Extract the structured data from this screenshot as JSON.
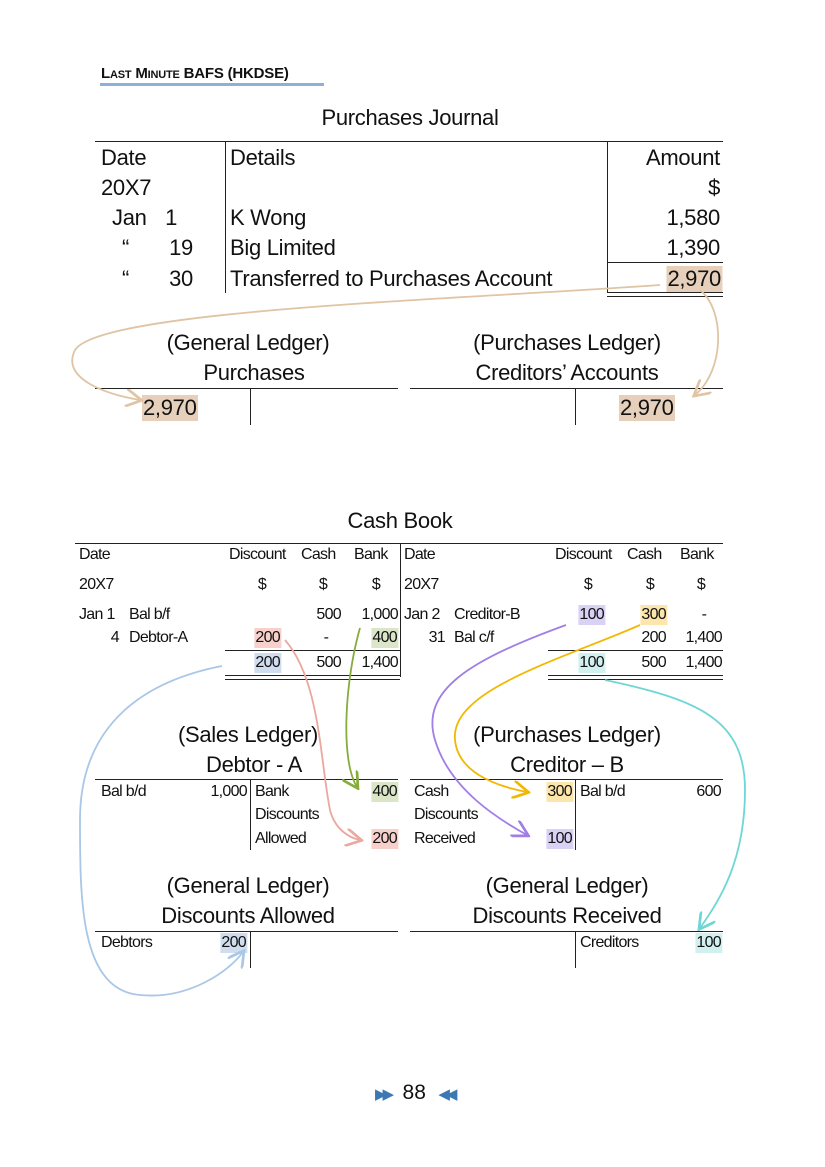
{
  "header": "Last Minute BAFS (HKDSE)",
  "colors": {
    "tan": "#e6d0bb",
    "pink": "#f7d0cc",
    "green": "#dbe5c7",
    "purple": "#dad1f5",
    "yellow": "#fce6ab",
    "blue": "#d0ddef",
    "teal": "#d2f0f0",
    "page_arrow": "#3b78b4"
  },
  "purchases_journal": {
    "title": "Purchases Journal",
    "headers": {
      "date": "Date",
      "details": "Details",
      "amount": "Amount"
    },
    "year": "20X7",
    "currency": "$",
    "rows": [
      {
        "month": "Jan",
        "day": "1",
        "details": "K Wong",
        "amount": "1,580"
      },
      {
        "month": "“",
        "day": "19",
        "details": "Big Limited",
        "amount": "1,390"
      },
      {
        "month": "“",
        "day": "30",
        "details": "Transferred to Purchases Account",
        "amount": "2,970"
      }
    ]
  },
  "purchases_account": {
    "ledger": "(General Ledger)",
    "title": "Purchases",
    "debit_amount": "2,970"
  },
  "creditors_accounts": {
    "ledger": "(Purchases Ledger)",
    "title": "Creditors’ Accounts",
    "credit_amount": "2,970"
  },
  "cash_book": {
    "title": "Cash Book",
    "headers": {
      "date": "Date",
      "discount": "Discount",
      "cash": "Cash",
      "bank": "Bank",
      "year": "20X7",
      "currency": "$"
    },
    "debit_rows": [
      {
        "date": "Jan 1",
        "details": "Bal b/f",
        "discount": "",
        "cash": "500",
        "bank": "1,000"
      },
      {
        "date": "4",
        "details": "Debtor-A",
        "discount": "200",
        "cash": "-",
        "bank": "400"
      }
    ],
    "debit_totals": {
      "discount": "200",
      "cash": "500",
      "bank": "1,400"
    },
    "credit_rows": [
      {
        "date": "Jan 2",
        "details": "Creditor-B",
        "discount": "100",
        "cash": "300",
        "bank": "-"
      },
      {
        "date": "31",
        "details": "Bal c/f",
        "discount": "",
        "cash": "200",
        "bank": "1,400"
      }
    ],
    "credit_totals": {
      "discount": "100",
      "cash": "500",
      "bank": "1,400"
    }
  },
  "debtor_a": {
    "ledger": "(Sales Ledger)",
    "title": "Debtor - A",
    "dr_details": "Bal b/d",
    "dr_amount": "1,000",
    "cr_bank": "Bank",
    "cr_bank_amount": "400",
    "cr_disc_1": "Discounts",
    "cr_disc_2": "Allowed",
    "cr_disc_amount": "200"
  },
  "creditor_b": {
    "ledger": "(Purchases Ledger)",
    "title": "Creditor – B",
    "dr_cash": "Cash",
    "dr_cash_amount": "300",
    "dr_disc_1": "Discounts",
    "dr_disc_2": "Received",
    "dr_disc_amount": "100",
    "cr_details": "Bal b/d",
    "cr_amount": "600"
  },
  "discounts_allowed": {
    "ledger": "(General Ledger)",
    "title": "Discounts Allowed",
    "dr_details": "Debtors",
    "dr_amount": "200"
  },
  "discounts_received": {
    "ledger": "(General Ledger)",
    "title": "Discounts Received",
    "cr_details": "Creditors",
    "cr_amount": "100"
  },
  "page_number": "88"
}
